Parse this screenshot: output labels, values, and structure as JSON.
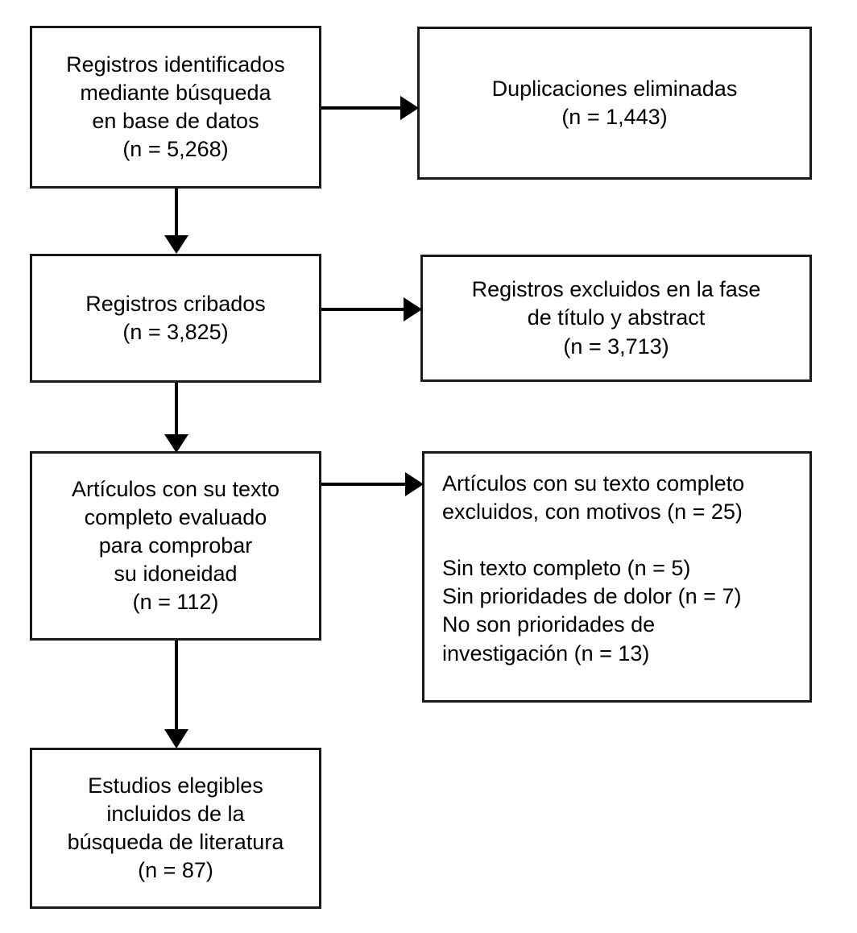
{
  "diagram": {
    "type": "prisma-flow-diagram",
    "language": "es",
    "background_color": "#ffffff",
    "line_color": "#000000",
    "text_color": "#000000",
    "boxes": [
      {
        "id": "identified",
        "name": "records-identified-box",
        "text": "Registros identificados\nmediante búsqueda\nen base de datos\n(n = 5,268)",
        "count_label": "(n = 5,268)",
        "count": 5268,
        "align": "center"
      },
      {
        "id": "duplicates",
        "name": "duplicates-removed-box",
        "text": "Duplicaciones eliminadas\n(n = 1,443)",
        "count_label": "(n = 1,443)",
        "count": 1443,
        "align": "center"
      },
      {
        "id": "screened",
        "name": "records-screened-box",
        "text": "Registros cribados\n(n = 3,825)",
        "count_label": "(n = 3,825)",
        "count": 3825,
        "align": "center"
      },
      {
        "id": "excluded-title-abstract",
        "name": "records-excluded-box",
        "text": "Registros excluidos en la fase\nde título y abstract\n(n = 3,713)",
        "count_label": "(n = 3,713)",
        "count": 3713,
        "align": "center"
      },
      {
        "id": "fulltext-assessed",
        "name": "fulltext-assessed-box",
        "text": "Artículos con su texto\ncompleto evaluado\npara comprobar\nsu idoneidad\n(n = 112)",
        "count_label": "(n = 112)",
        "count": 112,
        "align": "center"
      },
      {
        "id": "fulltext-excluded",
        "name": "fulltext-excluded-box",
        "text": "Artículos con su texto completo\nexcluidos, con motivos (n = 25)\n\nSin texto completo (n = 5)\nSin prioridades de dolor (n = 7)\nNo son prioridades de\ninvestigación (n = 13)",
        "count_label": "(n = 25)",
        "count": 25,
        "align": "left",
        "reasons": [
          {
            "label": "Sin texto completo",
            "count_label": "(n = 5)",
            "count": 5
          },
          {
            "label": "Sin prioridades de dolor",
            "count_label": "(n = 7)",
            "count": 7
          },
          {
            "label": "No son prioridades de investigación",
            "count_label": "(n = 13)",
            "count": 13
          }
        ]
      },
      {
        "id": "included",
        "name": "studies-included-box",
        "text": "Estudios elegibles\nincluidos de la\nbúsqueda de literatura\n(n = 87)",
        "count_label": "(n = 87)",
        "count": 87,
        "align": "center"
      }
    ],
    "connectors": [
      {
        "id": "identified-to-duplicates",
        "name": "arrow-identified-to-duplicates",
        "direction": "right"
      },
      {
        "id": "identified-to-screened",
        "name": "arrow-identified-to-screened",
        "direction": "down"
      },
      {
        "id": "screened-to-excluded",
        "name": "arrow-screened-to-excluded",
        "direction": "right"
      },
      {
        "id": "screened-to-fulltext",
        "name": "arrow-screened-to-fulltext",
        "direction": "down"
      },
      {
        "id": "fulltext-to-excluded",
        "name": "arrow-fulltext-to-excluded",
        "direction": "right"
      },
      {
        "id": "fulltext-to-included",
        "name": "arrow-fulltext-to-included",
        "direction": "down"
      }
    ]
  }
}
